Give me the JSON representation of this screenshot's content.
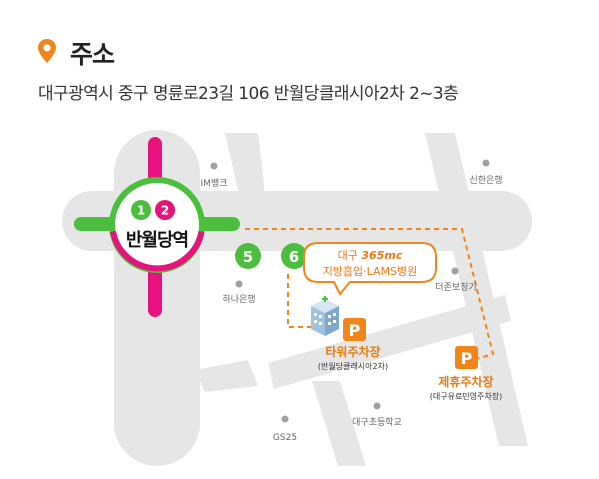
{
  "header": {
    "title": "주소",
    "address": "대구광역시 중구 명륜로23길 106 반월당클래시아2차 2~3층",
    "icon": "location-pin-icon"
  },
  "map": {
    "station": {
      "name": "반월당역",
      "lines": [
        "1",
        "2"
      ]
    },
    "exits": [
      "5",
      "6"
    ],
    "landmarks": {
      "im_bank": "IM뱅크",
      "shinhan": "신한은행",
      "hana": "하나은행",
      "dejon": "더존보청기",
      "gs25": "GS25",
      "school": "대구초등학교"
    },
    "hospital": {
      "line1_prefix": "대구",
      "line1_brand": "365mc",
      "line2": "지방흡입·LAMS병원"
    },
    "parking": [
      {
        "letter": "P",
        "name": "타워주차장",
        "sub": "(반월당클래시아2차)"
      },
      {
        "letter": "P",
        "name": "제휴주차장",
        "sub": "(대구유료민영주차장)"
      }
    ],
    "colors": {
      "road": "#e6e6e6",
      "line1": "#4cbe3d",
      "line2": "#e6137d",
      "accent": "#f08519",
      "dot": "#a0a0a0"
    }
  }
}
